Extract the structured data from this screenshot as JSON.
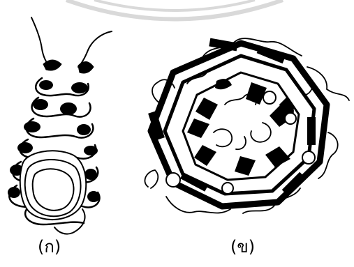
{
  "panels": [
    {
      "id": "a",
      "label": "(ก)",
      "structure": "coiled-helix-bundle"
    },
    {
      "id": "b",
      "label": "(ข)",
      "structure": "heptameric-ring"
    }
  ],
  "colors": {
    "ink": "#000000",
    "paper": "#ffffff",
    "watermark": "#d9d9d9"
  }
}
